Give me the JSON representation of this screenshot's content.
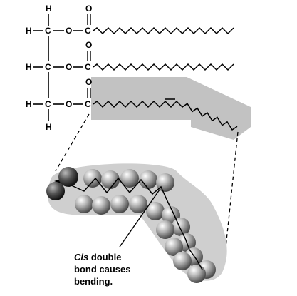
{
  "atoms": {
    "hydrogen": "H",
    "carbon": "C",
    "oxygen": "O"
  },
  "caption": {
    "line1_italic": "Cis",
    "line1_rest": " double",
    "line2": "bond causes",
    "line3": "bending."
  },
  "colors": {
    "highlight_band": "#c2c2c2",
    "space_fill_halo": "#cfcfcf",
    "atom_sphere": "#9a9a9a",
    "line": "#000000"
  },
  "fatty_acid_tails": [
    {
      "name": "saturated-tail-1",
      "type": "saturated"
    },
    {
      "name": "saturated-tail-2",
      "type": "saturated"
    },
    {
      "name": "unsaturated-tail",
      "type": "cis-unsaturated",
      "double_bond": "cis"
    }
  ]
}
